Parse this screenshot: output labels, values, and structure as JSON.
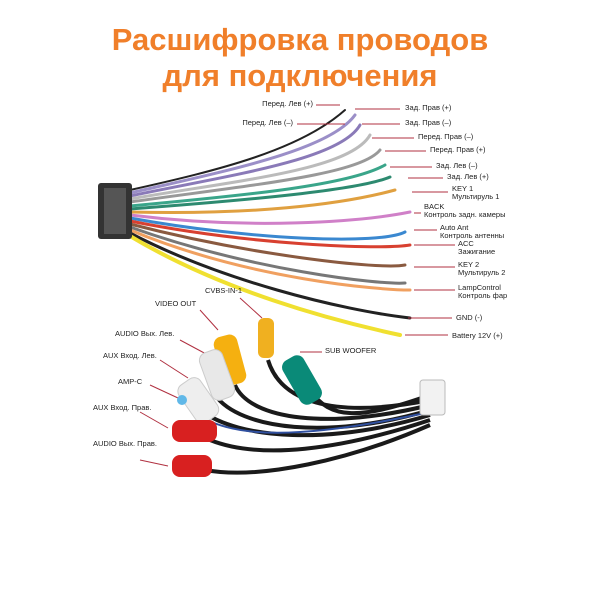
{
  "title": {
    "line1": "Расшифровка проводов",
    "line2": "для подключения"
  },
  "colors": {
    "title": "#f07f2a",
    "leader": "#b03040"
  },
  "harness_labels": [
    {
      "text": "Перед. Лев (+)"
    },
    {
      "text": "Перед. Лев (–)"
    },
    {
      "text": "Зад. Прав (+)"
    },
    {
      "text": "Зад. Прав (–)"
    },
    {
      "text": "Перед. Прав (–)"
    },
    {
      "text": "Перед. Прав (+)"
    },
    {
      "text": "Зад. Лев (–)"
    },
    {
      "text": "Зад. Лев (+)"
    },
    {
      "text": "KEY 1",
      "sub": "Мультируль 1"
    },
    {
      "text": "BACK",
      "sub": "Контроль задн. камеры"
    },
    {
      "text": "Auto Ant",
      "sub": "Контроль антенны"
    },
    {
      "text": "ACC",
      "sub": "Зажигание"
    },
    {
      "text": "KEY 2",
      "sub": "Мультируль 2"
    },
    {
      "text": "LampControl",
      "sub": "Контроль фар"
    },
    {
      "text": "GND (-)"
    },
    {
      "text": "Battery 12V (+)"
    }
  ],
  "rca_labels": [
    {
      "text": "CVBS-IN-1"
    },
    {
      "text": "VIDEO OUT"
    },
    {
      "text": "AUDIO Вых. Лев."
    },
    {
      "text": "AUX Вход. Лев."
    },
    {
      "text": "AMP-C"
    },
    {
      "text": "AUX Вход. Прав."
    },
    {
      "text": "AUDIO Вых. Прав."
    },
    {
      "text": "SUB WOOFER"
    }
  ]
}
